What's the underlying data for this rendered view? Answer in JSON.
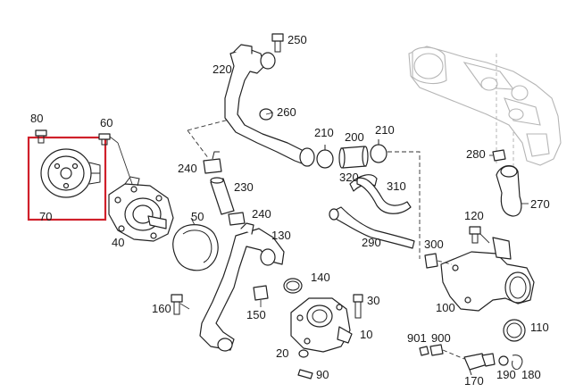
{
  "highlight": {
    "color": "#d0202a",
    "label": "70"
  },
  "labels": {
    "p10": "10",
    "p20": "20",
    "p30": "30",
    "p40": "40",
    "p50": "50",
    "p60": "60",
    "p70": "70",
    "p80": "80",
    "p90": "90",
    "p100": "100",
    "p110": "110",
    "p120": "120",
    "p130": "130",
    "p140": "140",
    "p150": "150",
    "p160": "160",
    "p170": "170",
    "p180": "180",
    "p190": "190",
    "p200": "200",
    "p210a": "210",
    "p210b": "210",
    "p220": "220",
    "p230": "230",
    "p240a": "240",
    "p240b": "240",
    "p250": "250",
    "p260": "260",
    "p270": "270",
    "p280": "280",
    "p290": "290",
    "p300": "300",
    "p310": "310",
    "p320": "320",
    "p900": "900",
    "p901": "901"
  }
}
